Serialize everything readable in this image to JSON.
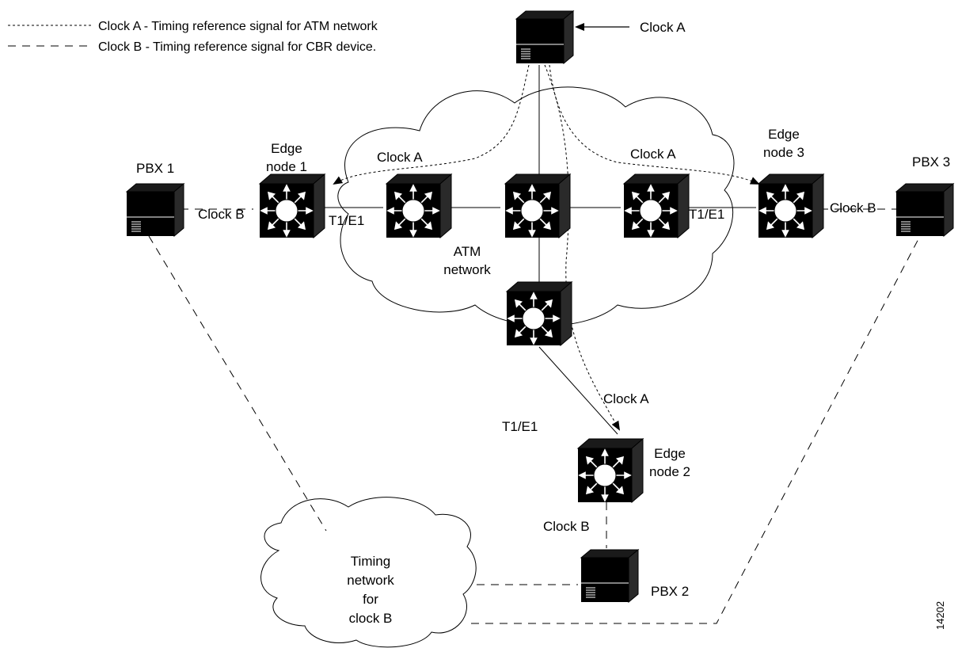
{
  "legend": [
    {
      "style": "dotted",
      "text": "Clock A - Timing reference signal for ATM network"
    },
    {
      "style": "dashed",
      "text": "Clock B - Timing reference signal for CBR device."
    }
  ],
  "labels": {
    "clock_a_source": "Clock A",
    "clock_a_left": "Clock A",
    "clock_a_right": "Clock A",
    "clock_a_bottom": "Clock A",
    "clock_b_left": "Clock B",
    "clock_b_right": "Clock B",
    "clock_b_bottom": "Clock B",
    "t1e1_left": "T1/E1",
    "t1e1_right": "T1/E1",
    "t1e1_bottom": "T1/E1",
    "atm_line1": "ATM",
    "atm_line2": "network",
    "edge1_line1": "Edge",
    "edge1_line2": "node 1",
    "edge2_line1": "Edge",
    "edge2_line2": "node 2",
    "edge3_line1": "Edge",
    "edge3_line2": "node 3",
    "pbx1": "PBX 1",
    "pbx2": "PBX 2",
    "pbx3": "PBX 3",
    "timing_line1": "Timing",
    "timing_line2": "network",
    "timing_line3": "for",
    "timing_line4": "clock B",
    "figure_id": "14202"
  }
}
